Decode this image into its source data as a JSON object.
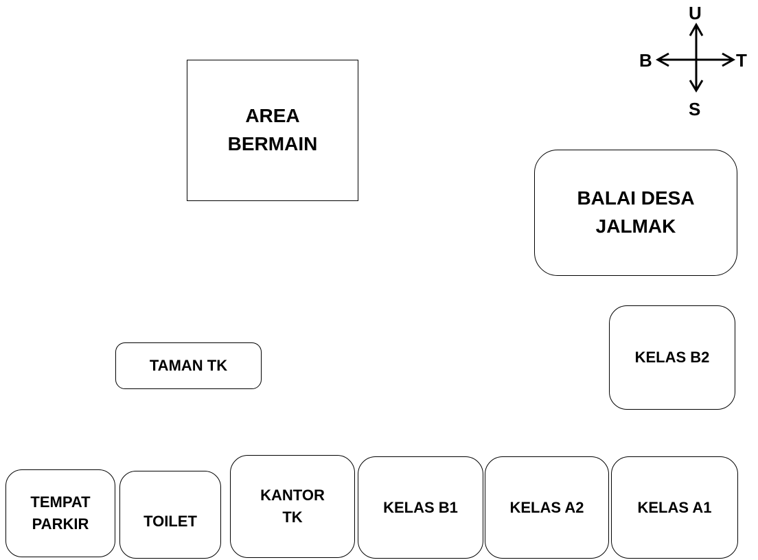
{
  "compass": {
    "north": "U",
    "south": "S",
    "west": "B",
    "east": "T"
  },
  "areas": {
    "area_bermain": "AREA\nBERMAIN",
    "balai_desa": "BALAI DESA\nJALMAK",
    "kelas_b2": "KELAS B2",
    "taman_tk": "TAMAN TK",
    "tempat_parkir": "TEMPAT\nPARKIR",
    "toilet": "TOILET",
    "kantor_tk": "KANTOR\nTK",
    "kelas_b1": "KELAS B1",
    "kelas_a2": "KELAS A2",
    "kelas_a1": "KELAS A1"
  }
}
